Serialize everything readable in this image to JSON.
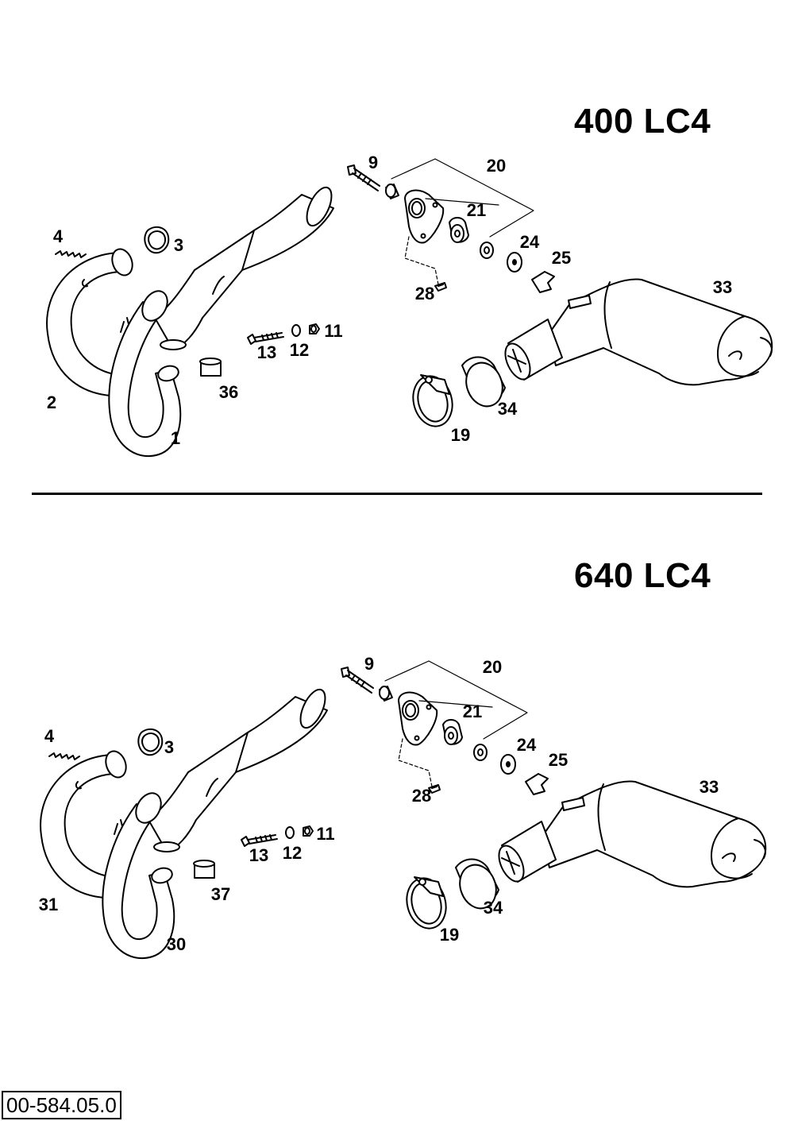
{
  "sections": [
    {
      "title": "400 LC4",
      "labels": {
        "p1": "1",
        "p2": "2",
        "p3": "3",
        "p4": "4",
        "p9": "9",
        "p11": "11",
        "p12": "12",
        "p13": "13",
        "p19": "19",
        "p20": "20",
        "p21": "21",
        "p24": "24",
        "p25": "25",
        "p28": "28",
        "p33": "33",
        "p34": "34",
        "p36": "36"
      }
    },
    {
      "title": "640 LC4",
      "labels": {
        "p30": "30",
        "p31": "31",
        "p3": "3",
        "p4": "4",
        "p9": "9",
        "p11": "11",
        "p12": "12",
        "p13": "13",
        "p19": "19",
        "p20": "20",
        "p21": "21",
        "p24": "24",
        "p25": "25",
        "p28": "28",
        "p33": "33",
        "p34": "34",
        "p37": "37"
      }
    }
  ],
  "drawing_code": "00-584.05.0"
}
